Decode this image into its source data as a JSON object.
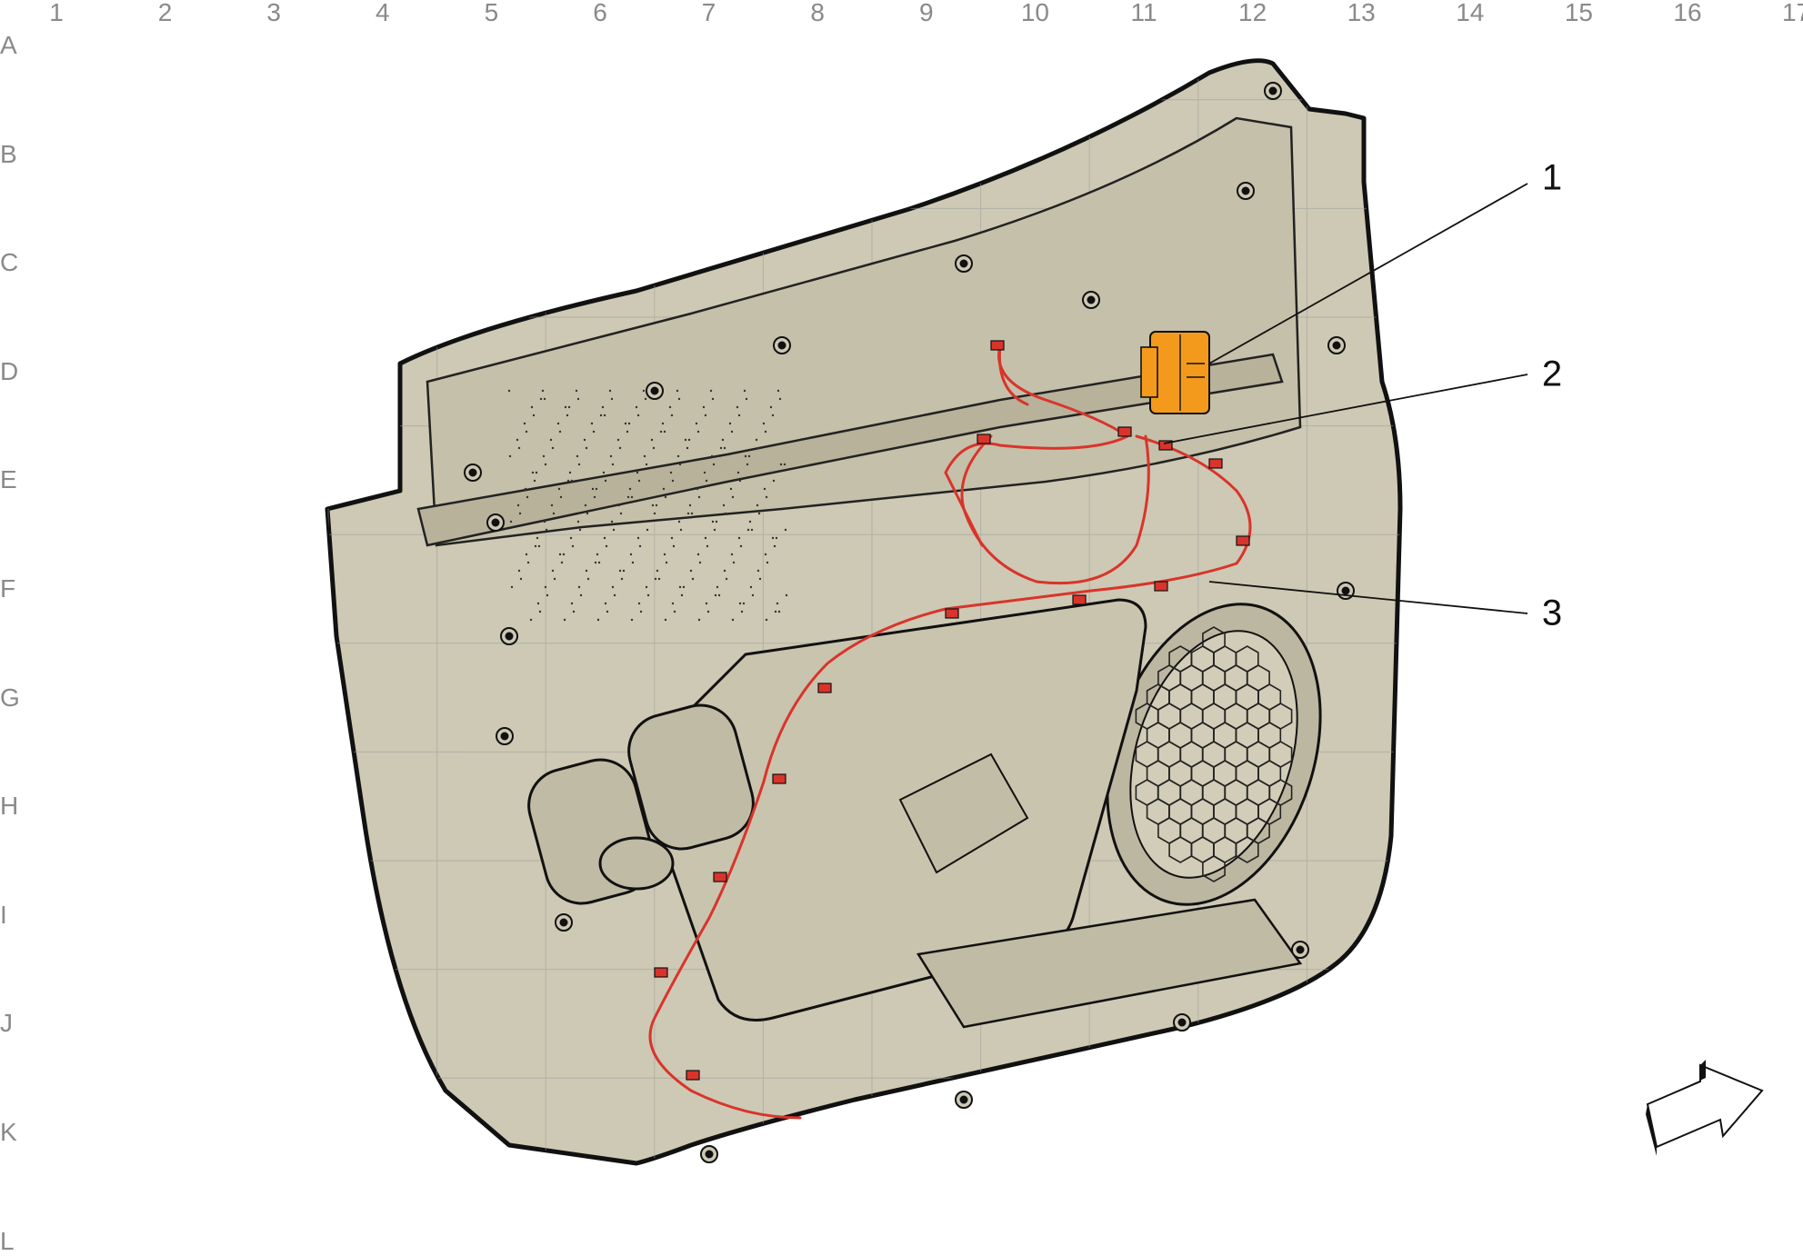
{
  "grid": {
    "columns": [
      "1",
      "2",
      "3",
      "4",
      "5",
      "6",
      "7",
      "8",
      "9",
      "10",
      "11",
      "12",
      "13",
      "14",
      "15",
      "16",
      "17"
    ],
    "rows": [
      "A",
      "B",
      "C",
      "D",
      "E",
      "F",
      "G",
      "H",
      "I",
      "J",
      "K",
      "L"
    ]
  },
  "callouts": [
    {
      "id": "1",
      "label": "1"
    },
    {
      "id": "2",
      "label": "2"
    },
    {
      "id": "3",
      "label": "3"
    }
  ],
  "colors": {
    "panel": "#cdc9b4",
    "panel_dark": "#b3ad95",
    "outline": "#111111",
    "gridline": "#9c9c9c",
    "harness": "#d9342b",
    "module": "#f39a1d"
  }
}
